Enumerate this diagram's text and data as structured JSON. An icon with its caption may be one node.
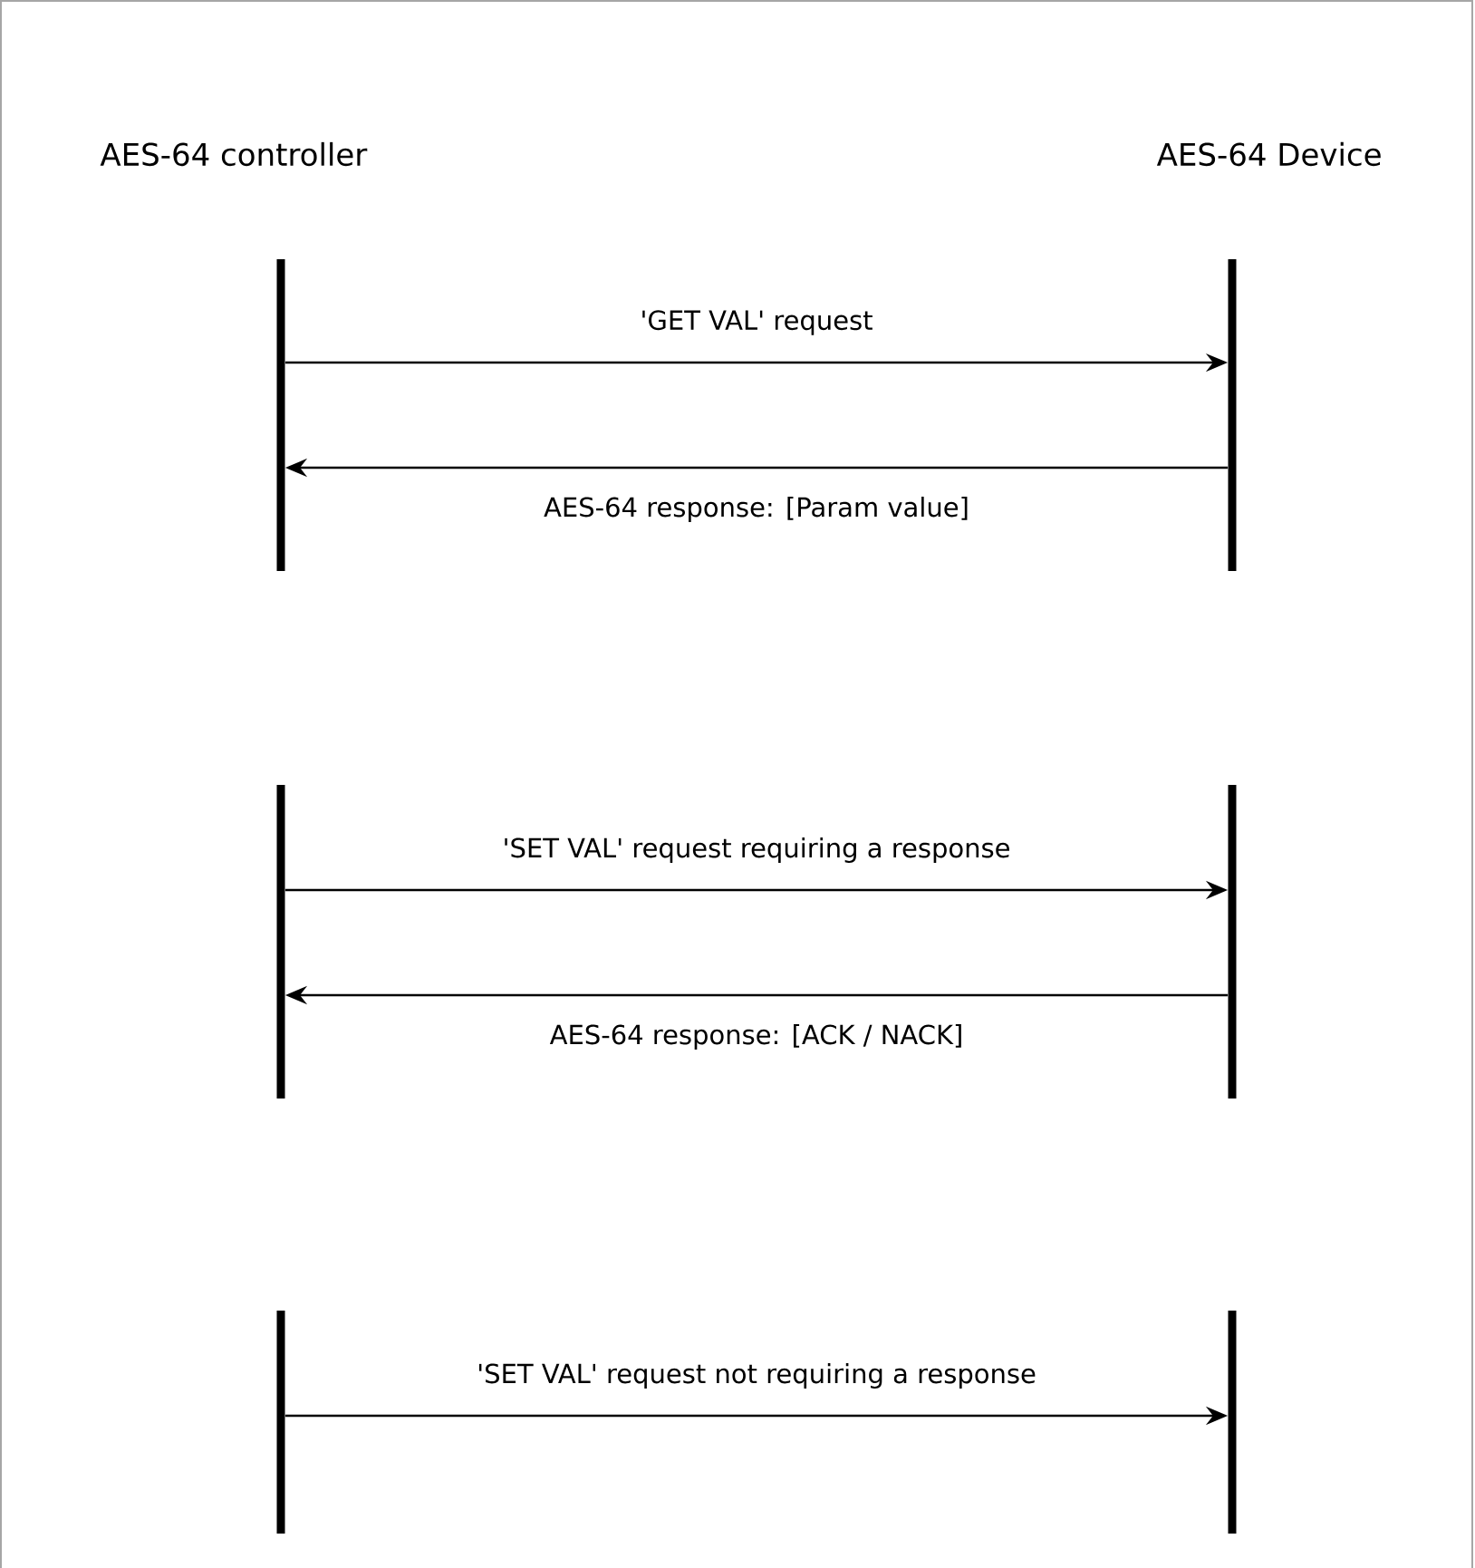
{
  "diagram": {
    "nodes": [
      {
        "text": [],
        "shape": "bar"
      },
      {
        "text": [],
        "shape": "bar"
      },
      {
        "text": [],
        "shape": "bar"
      },
      {
        "text": [],
        "shape": "bar"
      },
      {
        "text": [],
        "shape": "bar"
      },
      {
        "text": [],
        "shape": "bar"
      }
    ],
    "edges": [
      {
        "from": 0,
        "to": 1,
        "arrow": "to",
        "label": "'GET VAL' request"
      },
      {
        "from": 1,
        "to": 0,
        "arrow": "to",
        "label": "AES-64 response: [Param value]"
      },
      {
        "from": 2,
        "to": 3,
        "arrow": "to",
        "label": "'SET VAL' request requiring a response"
      },
      {
        "from": 3,
        "to": 2,
        "arrow": "to",
        "label": "AES-64 response: [ACK / NACK]"
      },
      {
        "from": 4,
        "to": 5,
        "arrow": "to",
        "label": "'SET VAL' request not requiring a response"
      }
    ],
    "labels": [
      "AES-64 controller",
      "AES-64 Device"
    ]
  }
}
